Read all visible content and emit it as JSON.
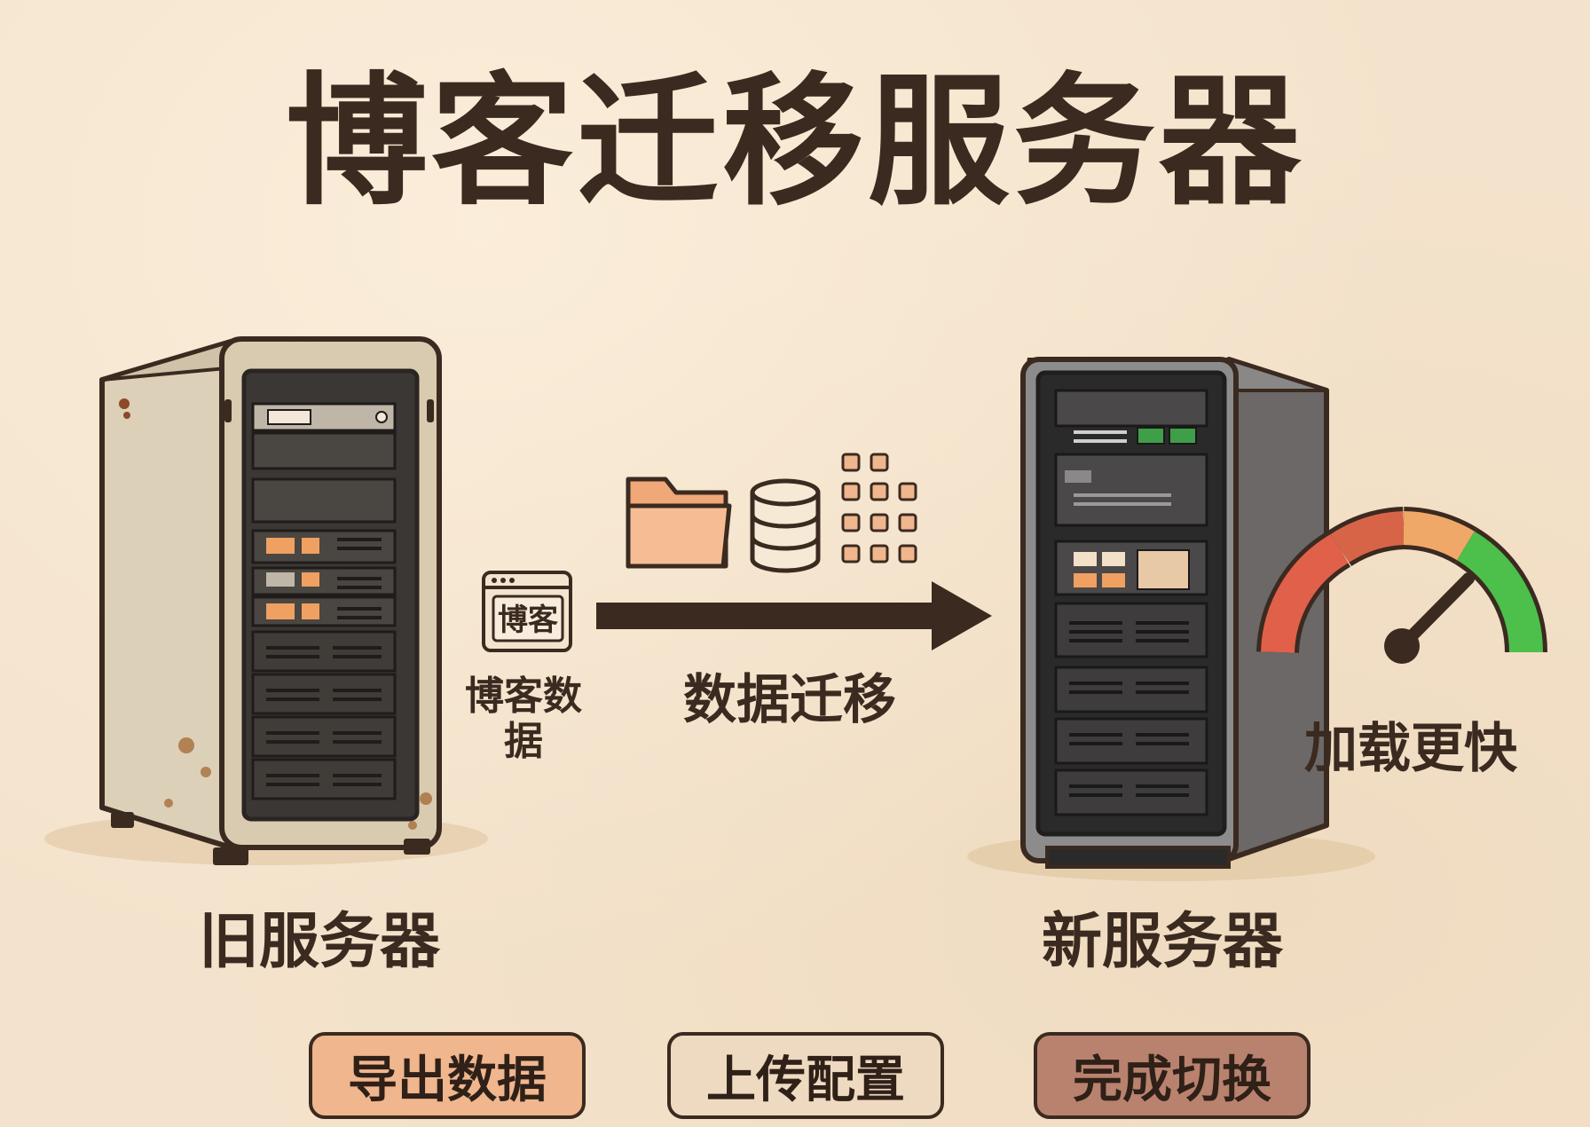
{
  "title": "博客迁移服务器",
  "old_server": {
    "label": "旧服务器"
  },
  "new_server": {
    "label": "新服务器"
  },
  "blog_data": {
    "icon_text": "博客",
    "label": "博客数据"
  },
  "migration": {
    "label": "数据迁移"
  },
  "speed": {
    "label": "加载更快"
  },
  "buttons": {
    "export": "导出数据",
    "upload": "上传配置",
    "switch": "完成切换"
  },
  "colors": {
    "background": "#f4e3cc",
    "ink": "#3b2a20",
    "accent_orange": "#f0b68e",
    "gauge_red": "#e0604a",
    "gauge_orange": "#f0a060",
    "gauge_green": "#4cc04a"
  },
  "icons": [
    "folder-icon",
    "database-icon",
    "data-blocks-icon",
    "arrow-right-icon",
    "speedometer-icon"
  ]
}
